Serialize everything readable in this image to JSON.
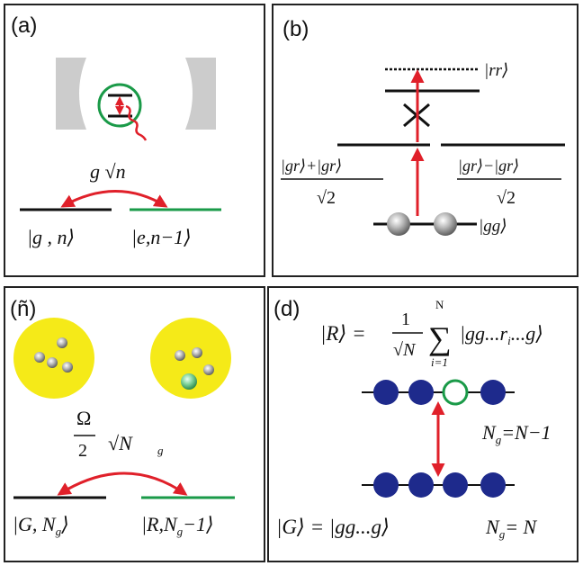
{
  "panels": {
    "a": {
      "label": "(a)",
      "coupling": "g √n",
      "state_left": "|g , n⟩",
      "state_right": "|e,n−1⟩"
    },
    "b": {
      "label": "(b)",
      "state_rr": "|rr⟩",
      "state_plus_num": "|gr⟩+|gr⟩",
      "state_plus_den": "√2",
      "state_minus_num": "|gr⟩−|gr⟩",
      "state_minus_den": "√2",
      "state_gg": "|gg⟩"
    },
    "c": {
      "label": "(ñ)",
      "coupling_num": "Ω",
      "coupling_den": "2",
      "coupling_sqrt": "√N",
      "coupling_sub": "g",
      "state_left": "|G, N",
      "state_left_sub": "g",
      "state_left_end": "⟩",
      "state_right": "|R,N",
      "state_right_sub": "g",
      "state_right_end": "−1⟩"
    },
    "d": {
      "label": "(d)",
      "R_lhs": "|R⟩ =",
      "R_frac_num": "1",
      "R_frac_den": "√N",
      "R_sum": "∑",
      "R_sum_top": "N",
      "R_sum_bottom": "i=1",
      "R_term": "|gg...r",
      "R_term_sub": "i",
      "R_term_end": "...g⟩",
      "Ng_top": "N",
      "Ng_top_sub": "g",
      "Ng_top_val": "=N−1",
      "G_eq": "|G⟩ = |gg...g⟩",
      "Ng_bottom": "N",
      "Ng_bottom_sub": "g",
      "Ng_bottom_val": "= N"
    }
  },
  "colors": {
    "red": "#e0202a",
    "green": "#1a9a48",
    "navy": "#1e2a8c",
    "yellow": "#f5ea18",
    "mirror_gray": "#cccccc"
  }
}
